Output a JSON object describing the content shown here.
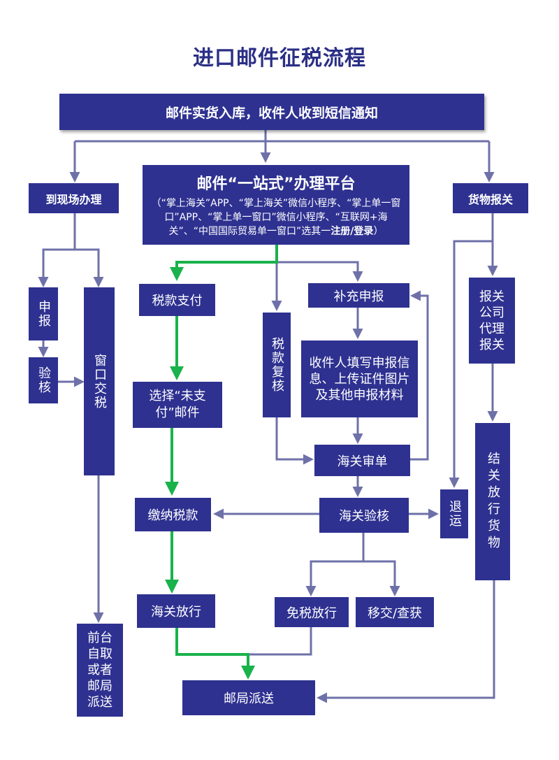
{
  "title": "进口邮件征税流程",
  "colors": {
    "box": "#2e3190",
    "arrow": "#6e71a8",
    "green": "#19b24b",
    "title": "#2b2f86"
  },
  "top_box": "邮件实货入库，收件人收到短信通知",
  "left": {
    "onsite": "到现场办理",
    "declare": "申报",
    "verify": "验核",
    "window_tax": "窗口交税",
    "pickup": "前台自取或者邮局派送"
  },
  "platform": {
    "title": "邮件“一站式”办理平台",
    "desc_prefix": "（“掌上海关”APP、“掌上海关”微信小程序、“掌上单一窗口”APP、“掌上单一窗口”微信小程序、“互联网+海关”、“中国国际贸易单一窗口”选其一",
    "desc_bold": "注册/登录",
    "desc_suffix": "）"
  },
  "middle": {
    "tax_payment": "税款支付",
    "select_unpaid": "选择“未支付”邮件",
    "pay_tax": "缴纳税款",
    "customs_release": "海关放行",
    "tax_review": "税款复核",
    "supplement": "补充申报",
    "fill_info": "收件人填写申报信息、上传证件图片及其他申报材料",
    "customs_audit": "海关审单",
    "customs_verify": "海关验核",
    "tax_free_release": "免税放行",
    "transfer_seize": "移交/查获",
    "post_delivery": "邮局派送"
  },
  "right": {
    "goods_declare": "货物报关",
    "broker": "报关公司代理报关",
    "return": "退运",
    "release_goods": "结关放行货物"
  }
}
